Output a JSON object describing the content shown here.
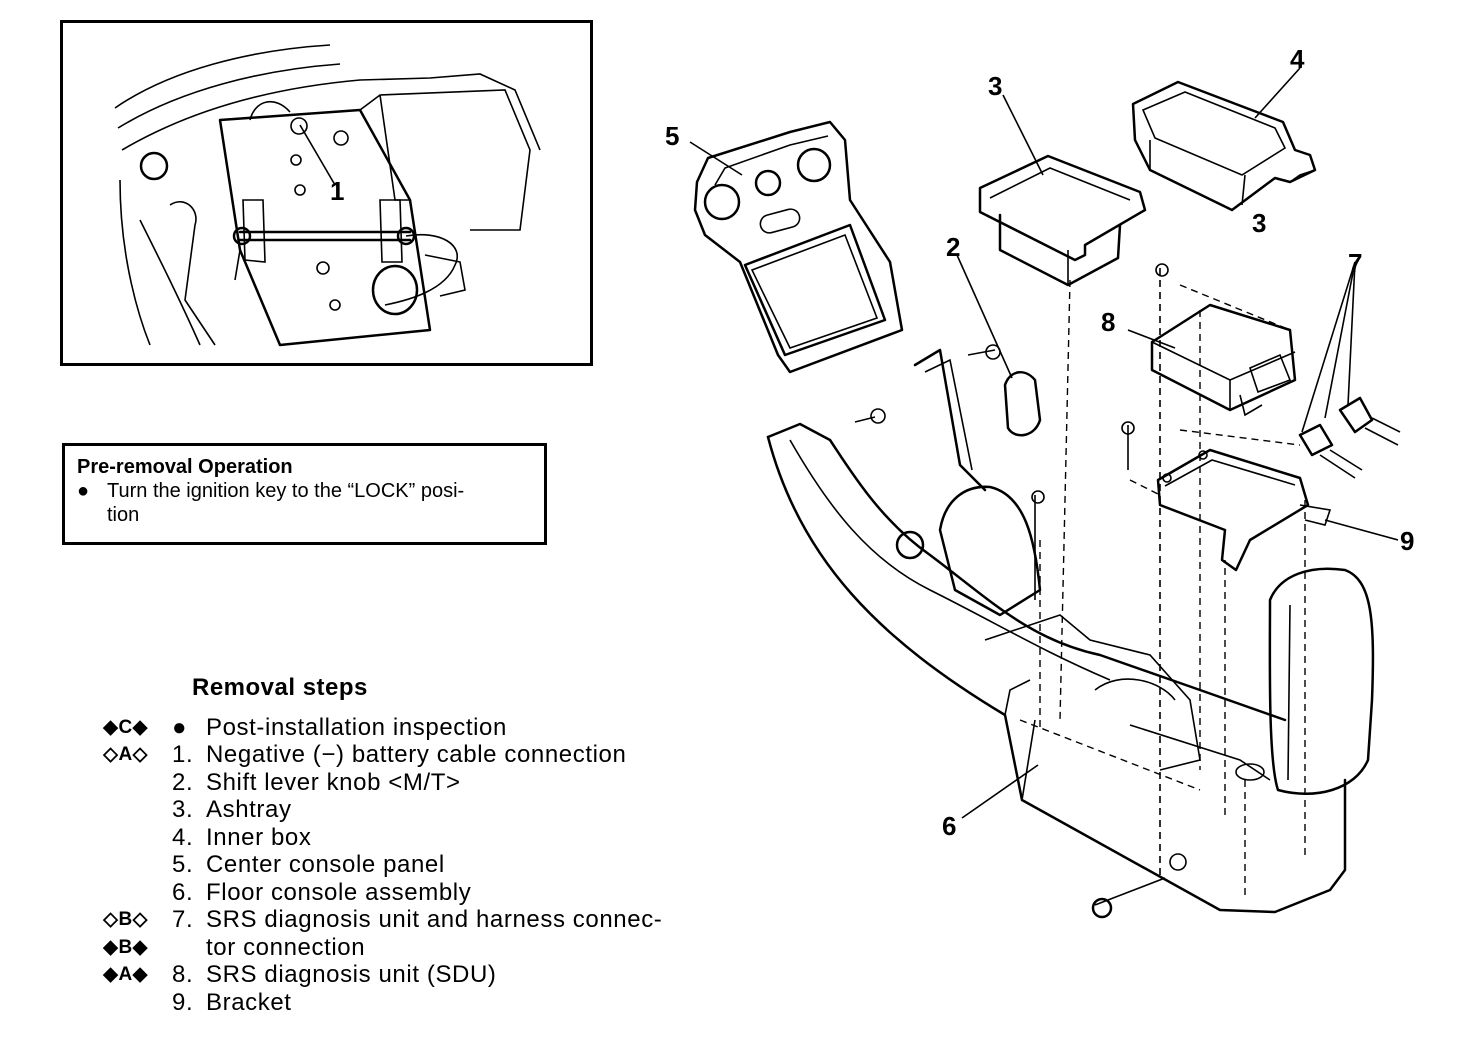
{
  "inset_callout": "1",
  "pre_removal": {
    "title": "Pre-removal Operation",
    "bullet": "●",
    "lines": [
      "Turn the ignition key to the “LOCK” posi-",
      "tion"
    ]
  },
  "removal": {
    "heading": "Removal steps",
    "steps": [
      {
        "mark": "◆C◆",
        "num": "●",
        "lines": [
          "Post-installation inspection"
        ]
      },
      {
        "mark": "◇A◇",
        "num": "1.",
        "lines": [
          "Negative (−) battery cable connection"
        ]
      },
      {
        "mark": "",
        "num": "2.",
        "lines": [
          "Shift lever knob <M/T>"
        ]
      },
      {
        "mark": "",
        "num": "3.",
        "lines": [
          "Ashtray"
        ]
      },
      {
        "mark": "",
        "num": "4.",
        "lines": [
          "Inner box"
        ]
      },
      {
        "mark": "",
        "num": "5.",
        "lines": [
          "Center console panel"
        ]
      },
      {
        "mark": "",
        "num": "6.",
        "lines": [
          "Floor console assembly"
        ]
      },
      {
        "mark": "◇B◇ ◆B◆",
        "num": "7.",
        "lines": [
          "SRS diagnosis unit and harness connec-",
          "tor connection"
        ]
      },
      {
        "mark": "◆A◆",
        "num": "8.",
        "lines": [
          "SRS diagnosis unit (SDU)"
        ]
      },
      {
        "mark": "",
        "num": "9.",
        "lines": [
          "Bracket"
        ]
      }
    ]
  },
  "callouts": {
    "c1": "1",
    "c2": "2",
    "c3a": "3",
    "c3b": "3",
    "c4": "4",
    "c5": "5",
    "c6": "6",
    "c7": "7",
    "c8": "8",
    "c9": "9"
  }
}
